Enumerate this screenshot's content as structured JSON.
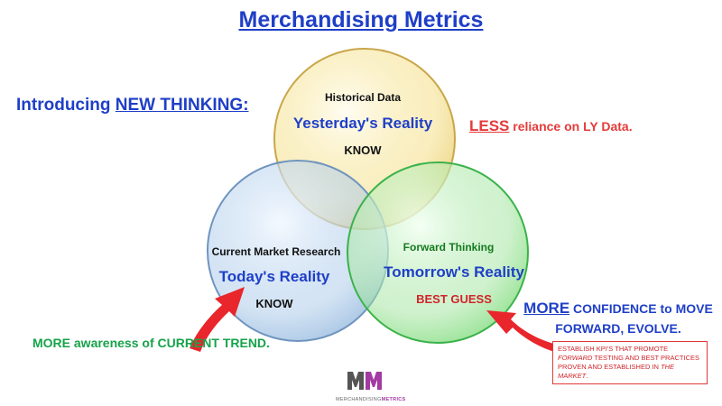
{
  "title": "Merchandising Metrics",
  "intro": {
    "prefix": "Introducing ",
    "highlight": "NEW THINKING:"
  },
  "less_note": {
    "lead": "LESS",
    "rest": " reliance on LY Data."
  },
  "more_confidence": {
    "lead": "MORE",
    "line1_rest": " CONFIDENCE to MOVE",
    "line2": "FORWARD, EVOLVE."
  },
  "more_awareness": "MORE awareness of CURRENT TREND.",
  "kpi_note": {
    "part1": "ESTABLISH KPI's THAT PROMOTE ",
    "forward": "FORWARD",
    "part2": " TESTING AND BEST PRACTICES PROVEN AND ESTABLISHED IN ",
    "market": "THE MARKET",
    "end": "."
  },
  "circles": {
    "historical": {
      "label": "Historical Data",
      "reality": "Yesterday's Reality",
      "status": "KNOW"
    },
    "current": {
      "label": "Current Market Research",
      "reality": "Today's Reality",
      "status": "KNOW"
    },
    "forward": {
      "label": "Forward Thinking",
      "reality": "Tomorrow's Reality",
      "status": "BEST GUESS"
    }
  },
  "colors": {
    "title_blue": "#1f3fc7",
    "red": "#e53a3a",
    "green_text": "#16a34a",
    "historical_fill": "#f5e08a",
    "current_fill": "#a7c7e8",
    "forward_fill": "#9ee39a"
  },
  "logo": {
    "mark": "MM",
    "text_grey": "MERCHANDISING",
    "text_accent": "METRICS"
  }
}
